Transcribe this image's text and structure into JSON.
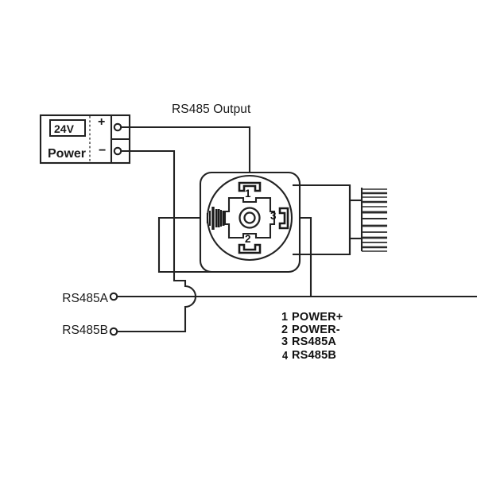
{
  "diagram": {
    "title_label": "RS485 Output",
    "power_supply": {
      "voltage_label": "24V",
      "name_label": "Power",
      "positive_terminal_label": "+",
      "negative_terminal_label": "−"
    },
    "signal_labels": {
      "rs485a": "RS485A",
      "rs485b": "RS485B"
    },
    "connector": {
      "pin_numbers": {
        "pin1": "1",
        "pin2": "2",
        "pin3": "3"
      }
    },
    "legend": {
      "rows": [
        {
          "num": "1",
          "name": "POWER+"
        },
        {
          "num": "2",
          "name": "POWER-"
        },
        {
          "num": "3",
          "name": "RS485A"
        },
        {
          "num": "4",
          "name": "RS485B"
        }
      ]
    },
    "colors": {
      "line": "#222222",
      "text": "#111111",
      "background": "#ffffff"
    }
  }
}
